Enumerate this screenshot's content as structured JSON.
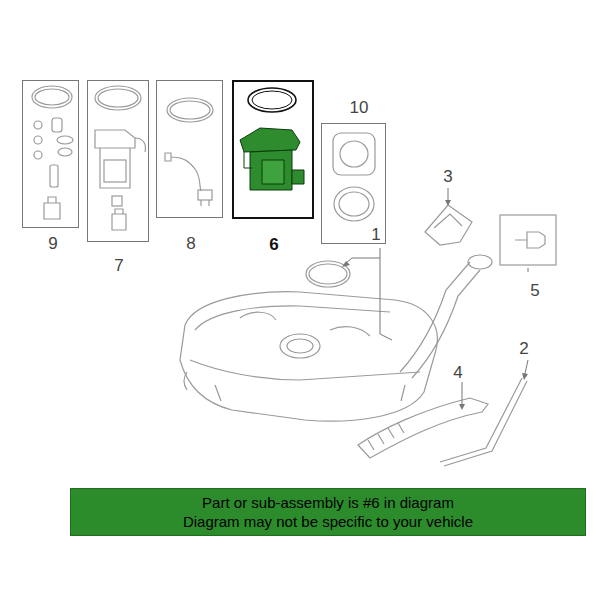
{
  "diagram": {
    "nodes": [
      {
        "text": [
          "9"
        ]
      },
      {
        "text": [
          "7"
        ]
      },
      {
        "text": [
          "8"
        ]
      },
      {
        "text": [
          "6"
        ]
      },
      {
        "text": [
          "10"
        ]
      },
      {
        "text": [
          "Part or sub-assembly is #6 in diagram",
          "Diagram may not be specific to your vehicle"
        ]
      }
    ],
    "labels": [
      "3",
      "1",
      "5",
      "2",
      "4"
    ]
  }
}
